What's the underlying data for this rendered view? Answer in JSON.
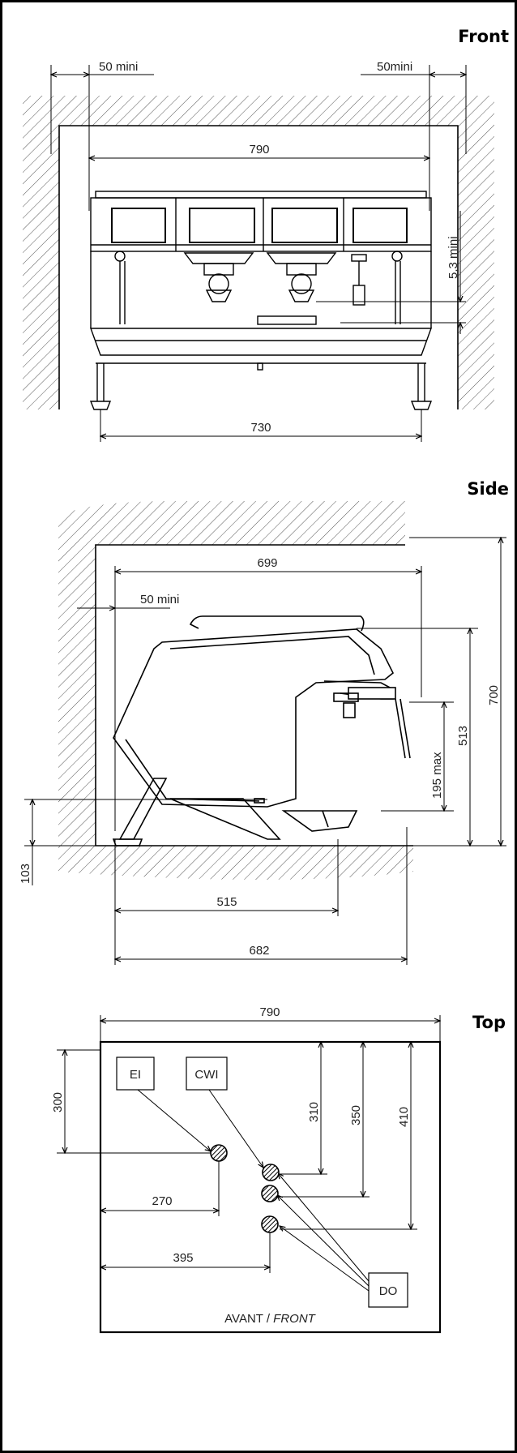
{
  "front": {
    "title": "Front",
    "dims": {
      "clearance_left": "50 mini",
      "clearance_right": "50mini",
      "width_top": "790",
      "width_bottom": "730",
      "gap": "5,3 mini"
    }
  },
  "side": {
    "title": "Side",
    "dims": {
      "depth_top": "699",
      "clearance": "50 mini",
      "height_total": "700",
      "height_upper": "513",
      "cup_height": "195 max",
      "feet_height": "103",
      "feet_span": "515",
      "depth_bottom": "682"
    }
  },
  "top": {
    "title": "Top",
    "dims": {
      "width": "790",
      "depth_ei": "300",
      "depth_cwi": "310",
      "depth_do1": "350",
      "depth_do2": "410",
      "offset_ei": "270",
      "offset_do": "395"
    },
    "labels": {
      "ei": "EI",
      "cwi": "CWI",
      "do": "DO",
      "front_prefix": "AVANT / ",
      "front_italic": "FRONT"
    }
  }
}
